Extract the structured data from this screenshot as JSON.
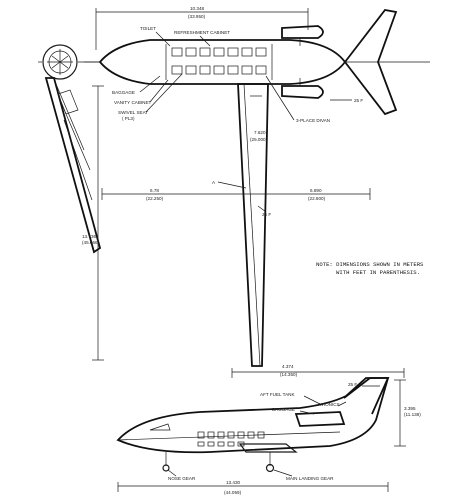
{
  "plan_view": {
    "span_dim_top": "10.348",
    "span_dim_top_ft": "(33.950)",
    "toilet": "TOILET",
    "refreshment_cabinet": "REFRESHMENT CABINET",
    "baggage": "BAGGAGE",
    "vanity_cabinet": "VANITY CABINET",
    "swivel_seat": "SWIVEL SEAT",
    "swivel_seat_qty": "( PL3)",
    "sweep_tail": "25 F",
    "three_place_divan": "3-PLACE DIVAN",
    "center_dim": "7.620",
    "center_dim_ft": "(25.000)",
    "left_dim": "6.78",
    "left_dim_ft": "(22.250)",
    "right_dim": "6.890",
    "right_dim_ft": "(22.600)",
    "section_mark": "A",
    "sweep_wing": "25 F",
    "wingspan_dim": "13.736",
    "wingspan_dim_ft": "(45.066)"
  },
  "note": {
    "line1": "NOTE:  DIMENSIONS SHOWN IN METERS",
    "line2": "WITH FEET IN PARENTHESIS."
  },
  "side_view": {
    "height_dim": "4.374",
    "height_dim_ft": "(14.350)",
    "sweep": "25 F",
    "aft_fuel_tank": "AFT FUEL TANK",
    "avionics": "AVIONICS",
    "baggage": "BAGGAGE",
    "tail_dim": "3.395",
    "tail_dim_ft": "(11.138)",
    "nose_gear": "NOSE GEAR",
    "main_landing_gear": "MAIN LANDING GEAR",
    "length_dim": "13.430",
    "length_dim_ft": "(44.059)"
  }
}
